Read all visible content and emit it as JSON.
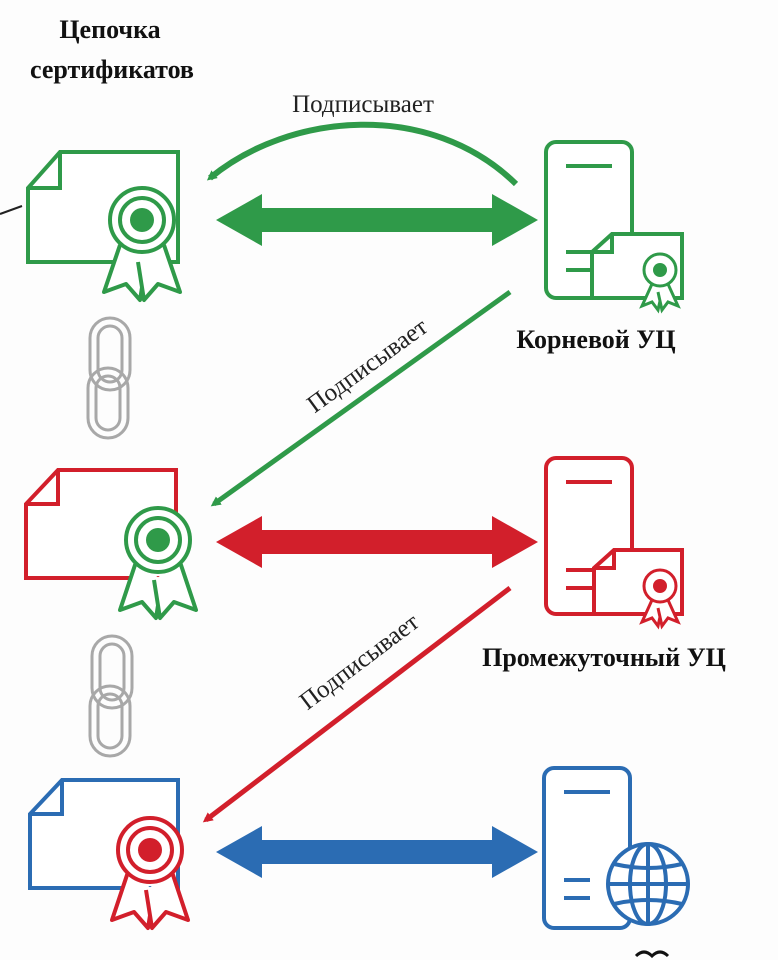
{
  "title": {
    "line1": "Цепочка",
    "line2": "сертификатов"
  },
  "signs_label_top": "Подписывает",
  "signs_label_mid": "Подписывает",
  "signs_label_bottom": "Подписывает",
  "root_ca_label": "Корневой УЦ",
  "intermediate_ca_label": "Промежуточный УЦ",
  "colors": {
    "green": "#2f9a49",
    "red": "#d21f2b",
    "blue": "#2b6cb3",
    "gray": "#a8a8a8"
  }
}
